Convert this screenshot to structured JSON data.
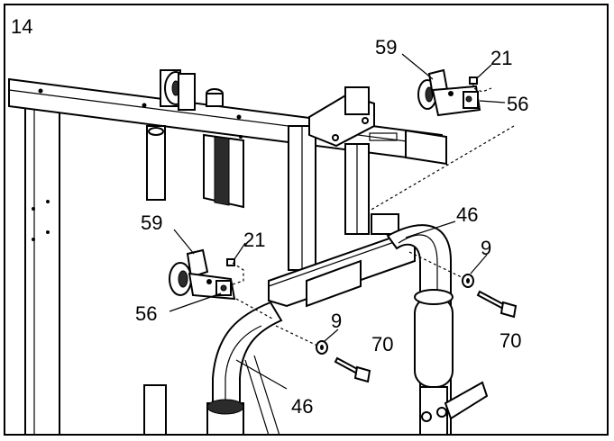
{
  "step_number": "14",
  "callouts": {
    "c59_top": "59",
    "c21_top": "21",
    "c56_top": "56",
    "c46_top": "46",
    "c9_right": "9",
    "c70_right": "70",
    "c59_left": "59",
    "c21_left": "21",
    "c56_left": "56",
    "c9_mid": "9",
    "c70_mid": "70",
    "c46_bottom": "46"
  },
  "colors": {
    "line": "#000000",
    "fill": "#ffffff",
    "shade": "#2b2b2b"
  }
}
